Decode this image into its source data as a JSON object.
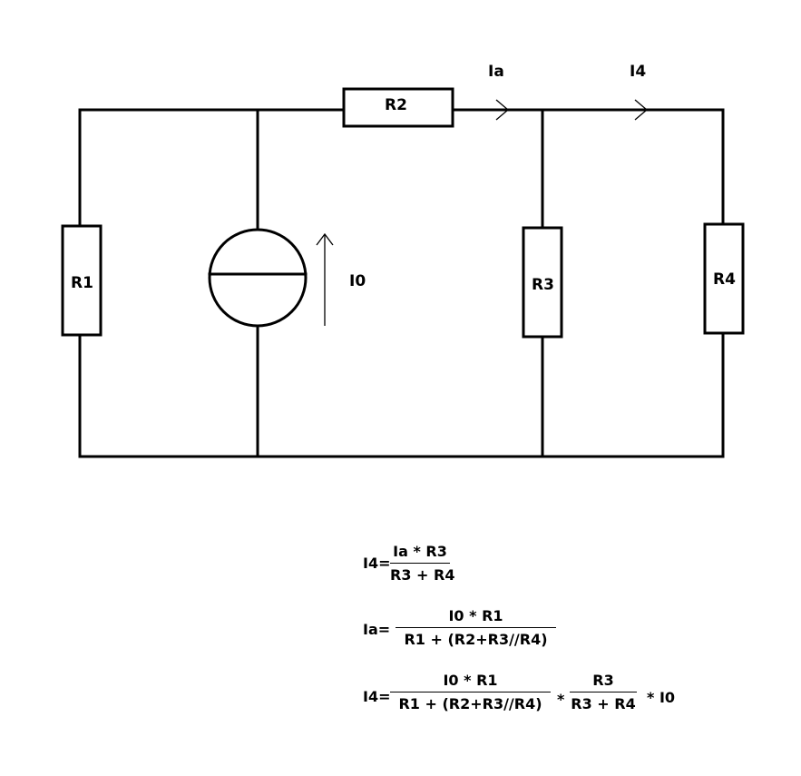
{
  "components": {
    "r1": "R1",
    "r2": "R2",
    "r3": "R3",
    "r4": "R4",
    "source": "I0",
    "ia": "Ia",
    "i4": "I4"
  },
  "equations": {
    "eq1": {
      "lhs": "I4=",
      "num": "Ia * R3",
      "den": "R3 + R4"
    },
    "eq2": {
      "lhs": "Ia=",
      "num": "I0 * R1",
      "den": "R1 + (R2+R3//R4)"
    },
    "eq3": {
      "lhs": "I4=",
      "num1": "I0 * R1",
      "den1": "R1 + (R2+R3//R4)",
      "op": "*",
      "num2": "R3",
      "den2": "R3 + R4",
      "tail": "* I0"
    }
  },
  "colors": {
    "wire": "#000000",
    "background": "#ffffff"
  }
}
